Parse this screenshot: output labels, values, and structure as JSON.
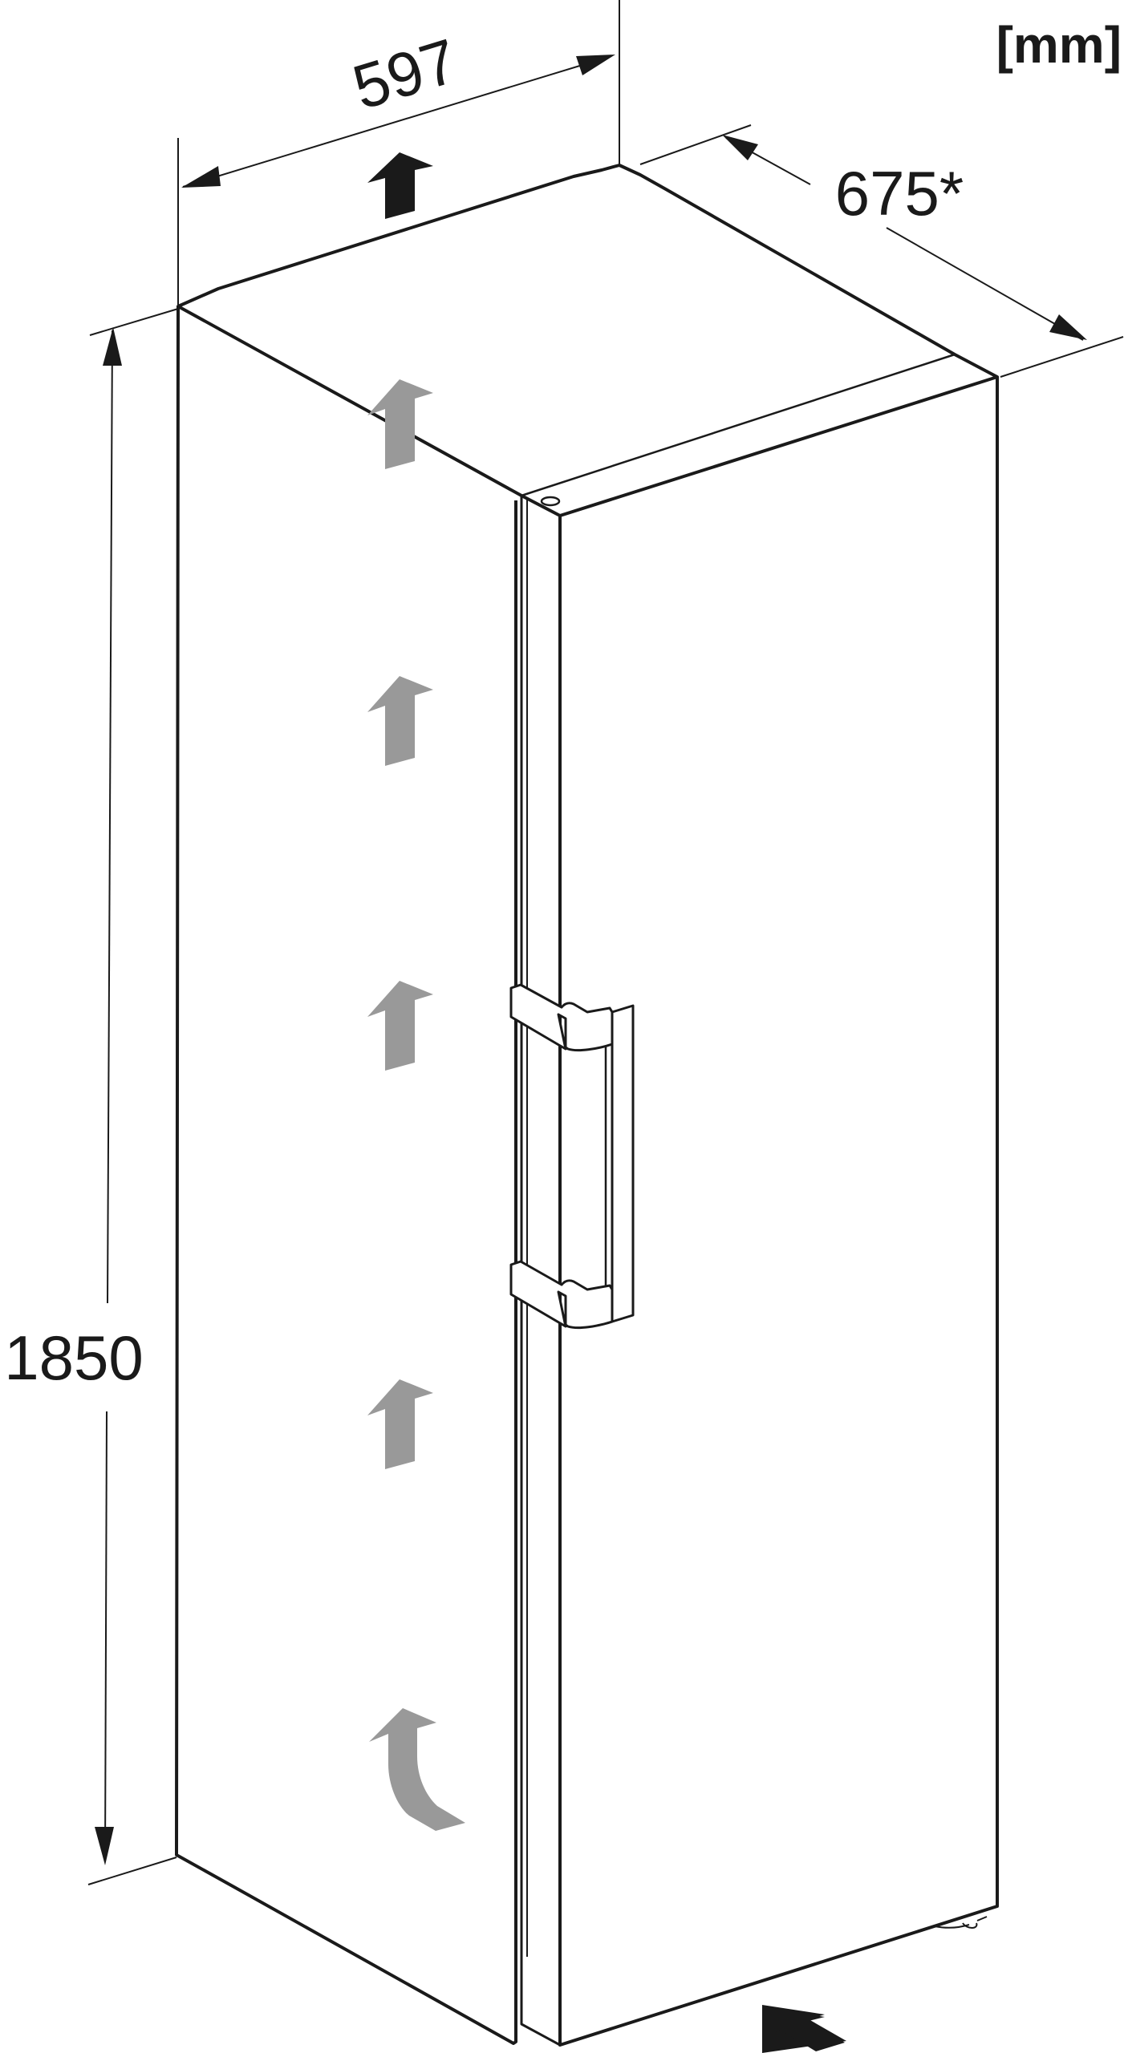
{
  "units": "[mm]",
  "dimensions": {
    "width": "597",
    "depth": "675*",
    "height": "1850"
  },
  "colors": {
    "line": "#1a1a1a",
    "airflow_arrow": "#999999",
    "black_arrow": "#1a1a1a",
    "background": "#ffffff"
  },
  "icons": {
    "airflow_up": "arrow-up-icon",
    "airflow_curved": "curved-arrow-icon",
    "airflow_in": "arrow-in-icon"
  }
}
